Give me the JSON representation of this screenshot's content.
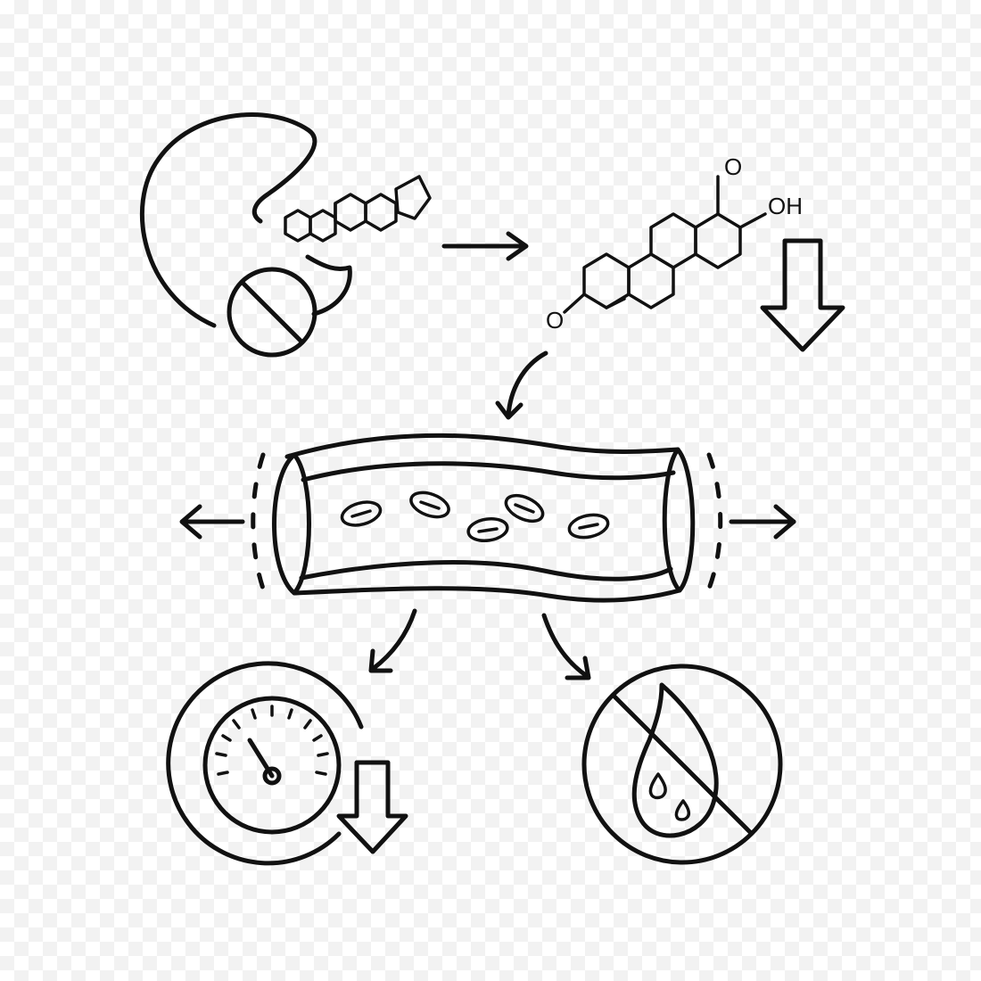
{
  "molecule": {
    "hydroxyl_label": "OH",
    "carbonyl_top_label": "O",
    "ketone_label": "O"
  },
  "colors": {
    "ink": "#111111",
    "background": "#ffffff",
    "checker": "#f2f2f2"
  },
  "icons": [
    "enzyme-inhibition-icon",
    "prohibition-icon",
    "steroid-molecule-icon",
    "arrow-right-icon",
    "hormone-molecule-icon",
    "decrease-arrow-icon",
    "curved-arrow-icon",
    "blood-vessel-icon",
    "red-blood-cell-icon",
    "vasodilation-arrows-icon",
    "speedometer-icon",
    "no-water-retention-icon"
  ]
}
